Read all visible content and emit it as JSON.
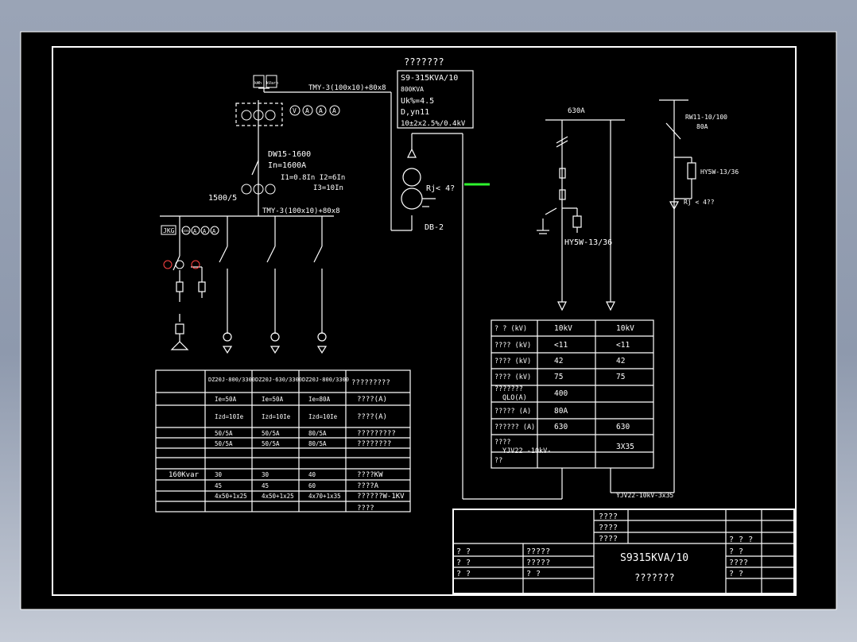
{
  "transformer": {
    "header": "???????",
    "model": "S9-315KVA/10",
    "rating": "800KVA",
    "uk": "Uk%=4.5",
    "group": "D,yn11",
    "ratio": "10±2x2.5%/0.4kV",
    "rj": "Rj< 4?",
    "db": "DB-2"
  },
  "lv": {
    "busbar_top": "TMY-3(100x10)+80x8",
    "busbar_bottom": "TMY-3(100x10)+80x8",
    "meter_tags": [
      "kWh",
      "kVarh"
    ],
    "gauges": [
      "V",
      "A",
      "A",
      "A"
    ],
    "breaker": "DW15-1600",
    "in": "In=1600A",
    "trip1": "I1=0.8In I2=6In",
    "trip2": "I3=10In",
    "ct": "1500/5",
    "jkg": "JKG",
    "cap_gauges": [
      "cos",
      "A",
      "A",
      "A"
    ]
  },
  "hv": {
    "bus": "630A",
    "fuse": "RW11-10/100",
    "fuse_rating": "80A",
    "arrester_right": "HY5W-13/36",
    "rj_right": "Rj < 4??",
    "arrester_left": "HY5W-13/36",
    "cable": "YJV22-10kV-3x35"
  },
  "lv_table": {
    "headers": [
      "DZ20J-800/3300",
      "DZ20J-630/3300",
      "DZ20J-800/3300",
      "?????????"
    ],
    "rows": [
      [
        "",
        "Ie=50A",
        "Ie=50A",
        "Ie=80A",
        "????(A)"
      ],
      [
        "",
        "Izd=10Ie",
        "Izd=10Ie",
        "Izd=10Ie",
        "????(A)"
      ],
      [
        "",
        "50/5A",
        "50/5A",
        "80/5A",
        "?????????"
      ],
      [
        "",
        "50/5A",
        "50/5A",
        "80/5A",
        "????????"
      ],
      [
        "",
        "",
        "",
        "",
        ""
      ],
      [
        "",
        "",
        "",
        "",
        ""
      ],
      [
        "160Kvar",
        "30",
        "30",
        "40",
        "????KW"
      ],
      [
        "",
        "45",
        "45",
        "60",
        "????A"
      ],
      [
        "",
        "4x50+1x25",
        "4x50+1x25",
        "4x70+1x35",
        "??????W-1KV"
      ],
      [
        "",
        "",
        "",
        "",
        "????"
      ]
    ]
  },
  "hv_table": {
    "rows": [
      [
        "?  ? (kV)",
        "10kV",
        "10kV"
      ],
      [
        "????  (kV)",
        "<11",
        "<11"
      ],
      [
        "????  (kV)",
        "42",
        "42"
      ],
      [
        "????  (kV)",
        "75",
        "75"
      ],
      [
        "???????\nQLO(A)",
        "400",
        ""
      ],
      [
        "?????  (A)",
        "80A",
        ""
      ],
      [
        "??????  (A)",
        "630",
        "630"
      ],
      [
        "????\nYJV22 -10kV-",
        "",
        "3X35"
      ],
      [
        "??",
        "",
        ""
      ]
    ]
  },
  "title_block": {
    "top_rows": [
      "????",
      "????",
      "????"
    ],
    "left_labels": [
      "?  ?",
      "?  ?",
      "?  ?"
    ],
    "mid_labels": [
      "?????",
      "?????",
      "?   ?"
    ],
    "project": "S9315KVA/10",
    "subtitle": "???????",
    "right_labels": [
      "?  ?  ?",
      "?  ?",
      "????",
      "?  ?"
    ]
  }
}
